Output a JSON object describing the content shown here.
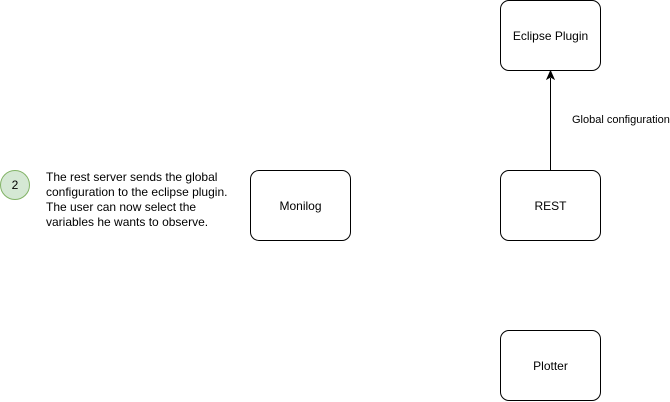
{
  "annotation": {
    "step_number": "2",
    "text": "The rest server sends the global configuration to the eclipse plugin. The user can now select the variables he wants to observe."
  },
  "nodes": {
    "eclipse_plugin": "Eclipse Plugin",
    "monilog": "Monilog",
    "rest": "REST",
    "plotter": "Plotter"
  },
  "edges": {
    "rest_to_eclipse": {
      "from": "REST",
      "to": "Eclipse Plugin",
      "label": "Global configuration"
    }
  }
}
